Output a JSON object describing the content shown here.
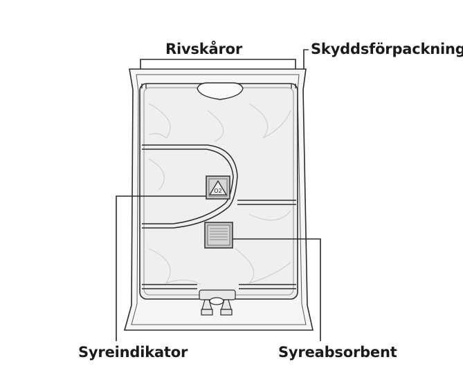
{
  "labels": {
    "tear_notches": "Rivskåror",
    "protective_package": "Skyddsförpackning",
    "oxygen_indicator": "Syreindikator",
    "oxygen_absorber": "Syreabsorbent"
  },
  "indicator_text": "O2",
  "colors": {
    "line": "#2a2a2a",
    "bag_fill": "#efefef",
    "outer_fill": "#f6f6f6"
  }
}
